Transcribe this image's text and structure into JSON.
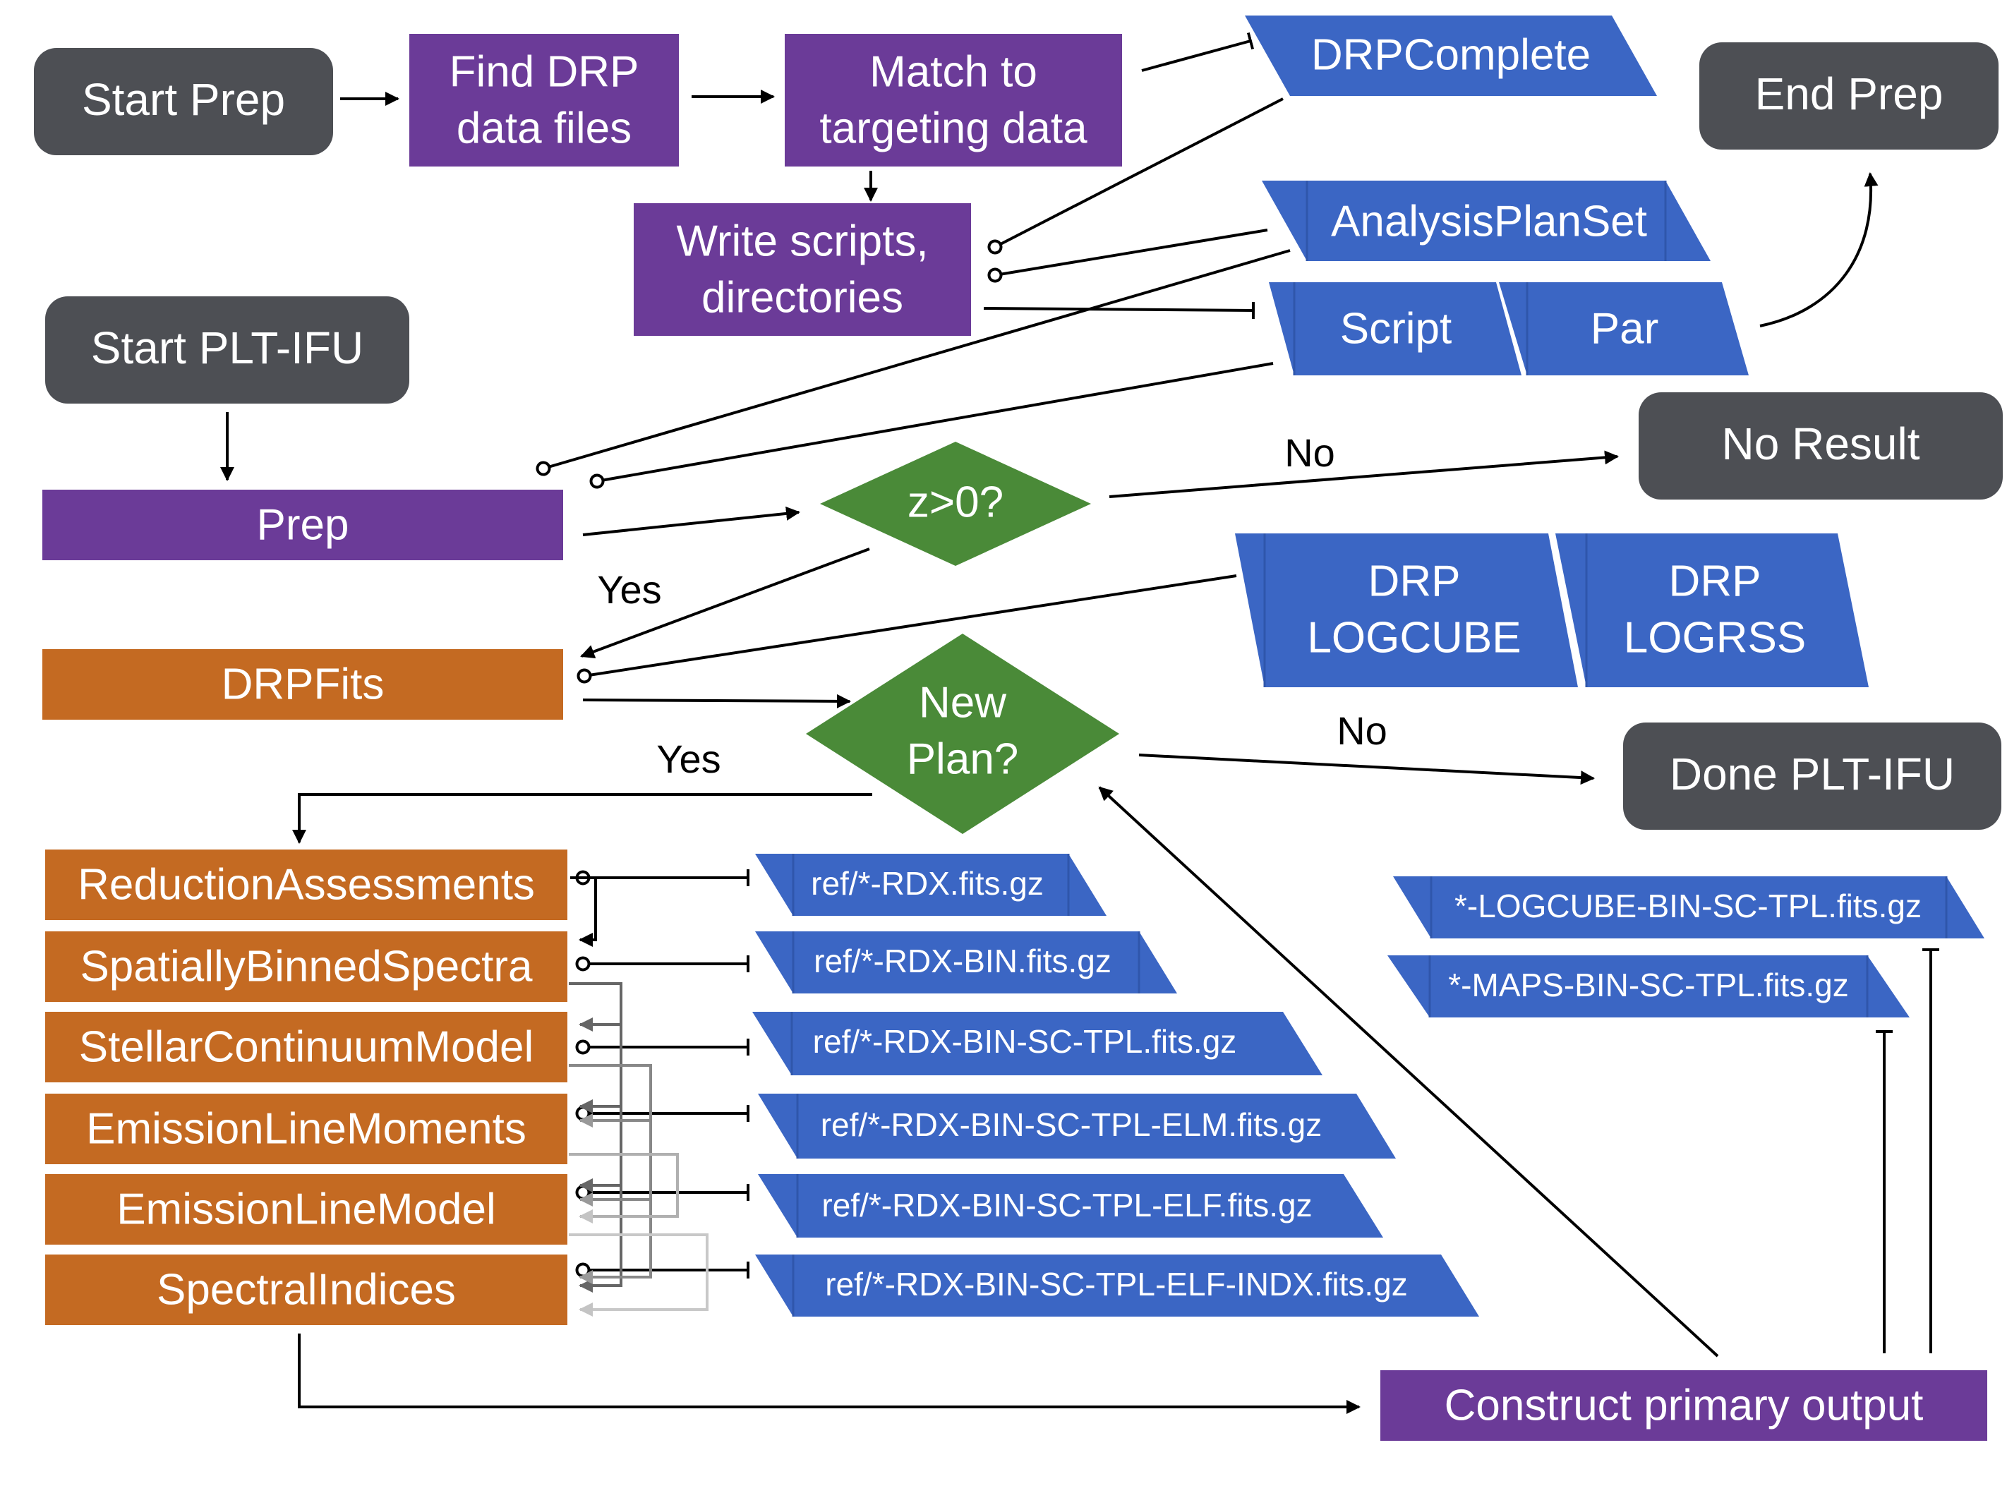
{
  "colors": {
    "terminal": "#4d4f54",
    "process": "#6b3b98",
    "module": "#c46a22",
    "data": "#3b66c4",
    "decision": "#4a8a38",
    "line": "#000000",
    "line_dark_gray": "#666666",
    "line_mid_gray": "#999999",
    "line_light_gray": "#c4c4c4"
  },
  "terminals": {
    "start_prep": "Start Prep",
    "end_prep": "End Prep",
    "start_pltifu": "Start PLT-IFU",
    "no_result": "No Result",
    "done_pltifu": "Done PLT-IFU"
  },
  "processes": {
    "find_drp": [
      "Find DRP",
      "data files"
    ],
    "match_targeting": [
      "Match to",
      "targeting data"
    ],
    "write_scripts": [
      "Write scripts,",
      "directories"
    ],
    "prep": "Prep",
    "construct_output": "Construct primary output"
  },
  "decisions": {
    "z_gt_0": "z>0?",
    "new_plan": [
      "New",
      "Plan?"
    ]
  },
  "edge_labels": {
    "z_no": "No",
    "z_yes": "Yes",
    "plan_no": "No",
    "plan_yes": "Yes"
  },
  "data_objects": {
    "drp_complete": "DRPComplete",
    "analysis_plan_set": "AnalysisPlanSet",
    "script": "Script",
    "par": "Par",
    "drp_logcube": [
      "DRP",
      "LOGCUBE"
    ],
    "drp_logrss": [
      "DRP",
      "LOGRSS"
    ],
    "logcube_output": "*-LOGCUBE-BIN-SC-TPL.fits.gz",
    "maps_output": "*-MAPS-BIN-SC-TPL.fits.gz"
  },
  "modules": {
    "drpfits": "DRPFits",
    "reduction_assessments": "ReductionAssessments",
    "spatially_binned_spectra": "SpatiallyBinnedSpectra",
    "stellar_continuum_model": "StellarContinuumModel",
    "emission_line_moments": "EmissionLineMoments",
    "emission_line_model": "EmissionLineModel",
    "spectral_indices": "SpectralIndices"
  },
  "ref_files": {
    "rdx": "ref/*-RDX.fits.gz",
    "rdx_bin": "ref/*-RDX-BIN.fits.gz",
    "rdx_bin_sc_tpl": "ref/*-RDX-BIN-SC-TPL.fits.gz",
    "rdx_bin_sc_tpl_elm": "ref/*-RDX-BIN-SC-TPL-ELM.fits.gz",
    "rdx_bin_sc_tpl_elf": "ref/*-RDX-BIN-SC-TPL-ELF.fits.gz",
    "rdx_bin_sc_tpl_elf_indx": "ref/*-RDX-BIN-SC-TPL-ELF-INDX.fits.gz"
  }
}
